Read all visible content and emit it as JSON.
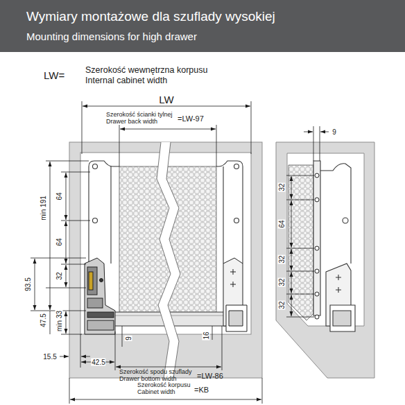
{
  "diagram": {
    "nodes": [
      {
        "text": [
          "Wymiary montażowe dla szuflady wysokiej",
          "Mounting dimensions for high drawer"
        ]
      }
    ],
    "labels": [
      "LW=",
      "Szerokość wewnętrzna korpusu",
      "Internal cabinet width",
      "LW",
      "Szerokość ścianki tylnej",
      "Drawer back width",
      "=LW-97",
      "9",
      "32",
      "64",
      "32",
      "32",
      "32",
      "min 191",
      "64",
      "64",
      "32",
      "93.5",
      "47.5",
      "min 33",
      "15.5",
      "42.5",
      "9",
      "16",
      "Szerokość spodu szuflady",
      "Drawer bottom width",
      "=LW-86",
      "Szerokość korpusu",
      "Cabinet width",
      "=KB"
    ]
  }
}
